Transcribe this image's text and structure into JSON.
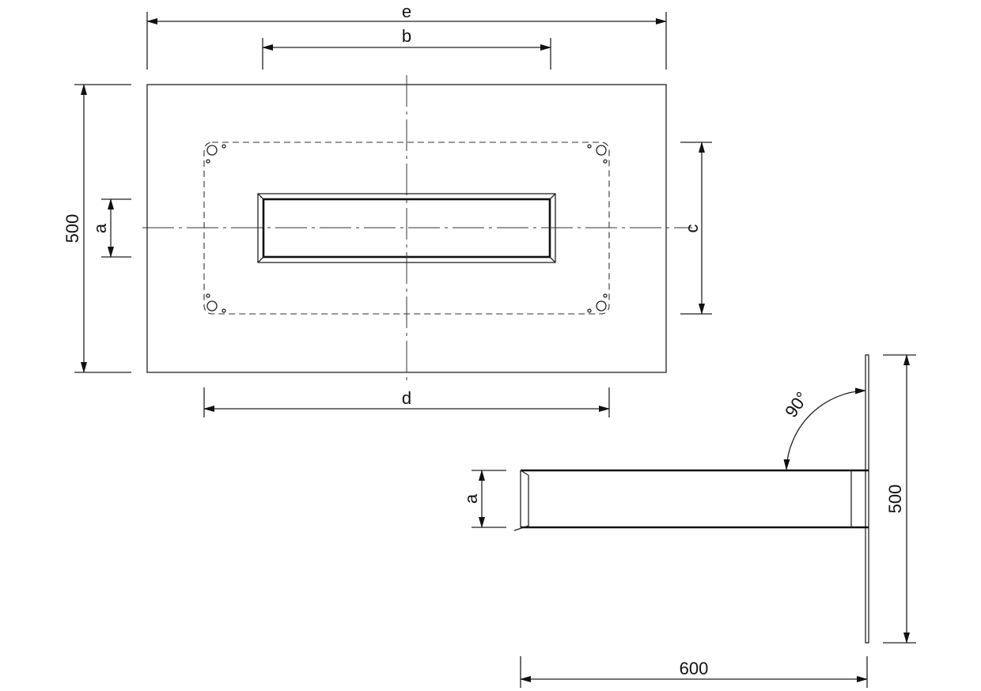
{
  "labels": {
    "e": "e",
    "b": "b",
    "d": "d",
    "c": "c",
    "a_top": "a",
    "height_top": "500",
    "a_side": "a",
    "height_side": "500",
    "length_side": "600",
    "angle": "90°"
  }
}
